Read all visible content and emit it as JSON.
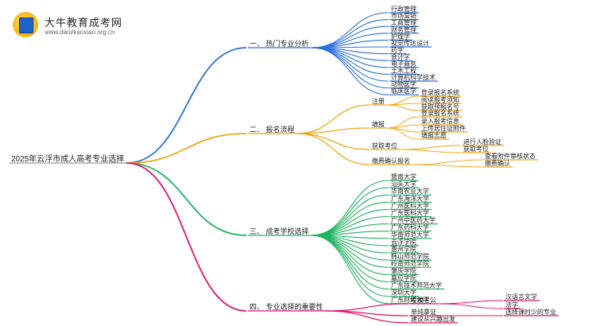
{
  "brand": {
    "site_name": "大牛教育成考网",
    "url": "www.dani/kaoxiao.org.cn"
  },
  "colors": {
    "branch_1": "#2a6fe0",
    "branch_2": "#f0a818",
    "branch_3": "#20b25f",
    "branch_4": "#e0166b"
  },
  "mindmap": {
    "root": "2025年云浮市成人高考专业选择",
    "branches": [
      {
        "label": "一、 热门专业分析",
        "children": [
          {
            "label": "行政管理"
          },
          {
            "label": "市场营销"
          },
          {
            "label": "工商管理"
          },
          {
            "label": "财务管理"
          },
          {
            "label": "护理学"
          },
          {
            "label": "视觉传达设计"
          },
          {
            "label": "药学"
          },
          {
            "label": "会计学"
          },
          {
            "label": "电子商务"
          },
          {
            "label": "土木工程"
          },
          {
            "label": "计算机科学技术"
          },
          {
            "label": "动物医学"
          },
          {
            "label": "临床医学"
          }
        ]
      },
      {
        "label": "二、 报名流程",
        "children": [
          {
            "label": "注册",
            "children": [
              {
                "label": "登录报名系统"
              },
              {
                "label": "阅读报考须知"
              },
              {
                "label": "获取预报名号"
              }
            ]
          },
          {
            "label": "填报",
            "children": [
              {
                "label": "登录报名系统"
              },
              {
                "label": "录入报考信息"
              },
              {
                "label": "上传居住证附件"
              },
              {
                "label": "填报志愿"
              }
            ]
          },
          {
            "label": "获取考位",
            "children": [
              {
                "label": "进行人脸验证"
              },
              {
                "label": "获取考位"
              }
            ]
          },
          {
            "label": "缴费确认报名",
            "children": [
              {
                "label": "查看附件审核状态"
              },
              {
                "label": "缴费确认"
              }
            ]
          }
        ]
      },
      {
        "label": "三、 成考学校选择",
        "children": [
          {
            "label": "暨南大学"
          },
          {
            "label": "汕头大学"
          },
          {
            "label": "华南农业大学"
          },
          {
            "label": "广东海洋大学"
          },
          {
            "label": "广州医科大学"
          },
          {
            "label": "广东医科大学"
          },
          {
            "label": "广州中医药大学"
          },
          {
            "label": "广东药科大学"
          },
          {
            "label": "华南师范大学"
          },
          {
            "label": "云浮学院"
          },
          {
            "label": "惠州学院"
          },
          {
            "label": "韩山师范学院"
          },
          {
            "label": "岭南师范学院"
          },
          {
            "label": "肇庆学院"
          },
          {
            "label": "嘉应学院"
          },
          {
            "label": "广东技术师范大学"
          },
          {
            "label": "深圳大学"
          },
          {
            "label": "广东财经大学"
          }
        ]
      },
      {
        "label": "四、 专业选择的重要性",
        "children": [
          {
            "label": "考编考公",
            "children": [
              {
                "label": "汉语言文学"
              },
              {
                "label": "法学"
              }
            ]
          },
          {
            "label": "单纯拿证",
            "children": [
              {
                "label": "选择课时少的专业"
              }
            ]
          },
          {
            "label": "建议从兴趣出发"
          }
        ]
      }
    ]
  }
}
